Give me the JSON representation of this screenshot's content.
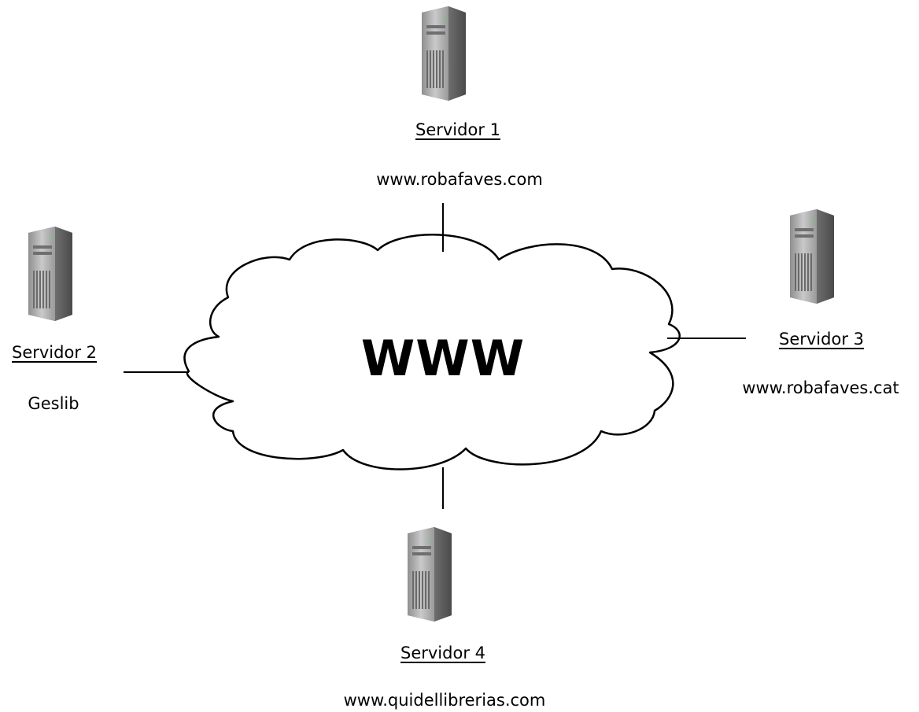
{
  "cloud": {
    "label": "WWW"
  },
  "servers": [
    {
      "name": "Servidor 1",
      "detail": "www.robafaves.com",
      "icon": "server-tower-icon"
    },
    {
      "name": "Servidor 2",
      "detail": "Geslib",
      "icon": "server-tower-icon"
    },
    {
      "name": "Servidor 3",
      "detail": "www.robafaves.cat",
      "icon": "server-tower-icon"
    },
    {
      "name": "Servidor 4",
      "detail": "www.quidellibrerias.com",
      "icon": "server-tower-icon"
    }
  ],
  "colors": {
    "line": "#000000",
    "cloud_fill": "#ffffff",
    "server_body": "#8c8c8c",
    "server_highlight": "#d9d9d9"
  }
}
